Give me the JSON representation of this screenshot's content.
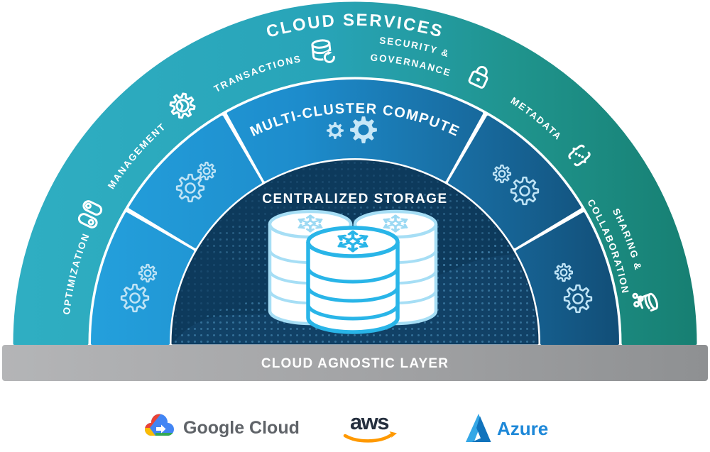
{
  "diagram": {
    "outer_ring": {
      "title": "CLOUD SERVICES",
      "labels": {
        "optimization": "OPTIMIZATION",
        "management": "MANAGEMENT",
        "transactions": "TRANSACTIONS",
        "security_line1": "SECURITY &",
        "security_line2": "GOVERNANCE",
        "metadata": "METADATA",
        "sharing_line1": "SHARING &",
        "sharing_line2": "COLLABORATION"
      }
    },
    "middle_ring": {
      "title": "MULTI-CLUSTER COMPUTE"
    },
    "core": {
      "title": "CENTRALIZED STORAGE"
    },
    "base_bar": {
      "label": "CLOUD AGNOSTIC LAYER"
    },
    "providers": {
      "google": "Google Cloud",
      "aws": "aws",
      "azure": "Azure"
    },
    "icons": [
      "toggle-switches-icon",
      "gear-clock-icon",
      "database-sync-icon",
      "lock-icon",
      "code-braces-icon",
      "database-share-icon",
      "gears-icon",
      "snowflake-database-icon",
      "google-cloud-logo-icon",
      "aws-smile-icon",
      "azure-triangle-icon"
    ],
    "colors": {
      "outer_ring_left": "#2FAEC2",
      "outer_ring_right": "#178073",
      "middle_ring_left": "#24A0DC",
      "middle_ring_right": "#124E77",
      "core_navy": "#0D3A5C",
      "snowflake_blue": "#29B5E8",
      "bar_gray_left": "#B4B5B7",
      "bar_gray_right": "#8E9092",
      "aws_orange": "#FF9900",
      "aws_navy": "#252F3E",
      "azure_blue": "#1E88D8",
      "google_gray": "#5F6368",
      "label_white": "#FFFFFF"
    }
  }
}
